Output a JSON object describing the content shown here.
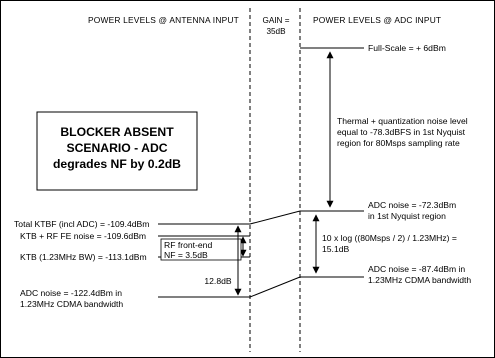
{
  "headers": {
    "antenna": "POWER LEVELS @ ANTENNA INPUT",
    "gain_line1": "GAIN =",
    "gain_line2": "35dB",
    "adc": "POWER LEVELS @ ADC INPUT"
  },
  "scenario_box": {
    "line1": "BLOCKER ABSENT",
    "line2": "SCENARIO - ADC",
    "line3": "degrades NF by 0.2dB"
  },
  "antenna_labels": {
    "total_ktbf": "Total KTBF (incl ADC) = -109.4dBm",
    "ktb_rf": "KTB + RF FE noise = -109.6dBm",
    "ktb": "KTB (1.23MHz BW) = -113.1dBm",
    "adc_noise_line1": "ADC noise = -122.4dBm in",
    "adc_noise_line2": "1.23MHz CDMA bandwidth"
  },
  "antenna_annotations": {
    "rf_fe_line1": "RF front-end",
    "rf_fe_line2": "NF = 3.5dB",
    "delta": "12.8dB"
  },
  "adc_labels": {
    "full_scale": "Full-Scale = + 6dBm",
    "thermal_line1": "Thermal + quantization noise level",
    "thermal_line2": "equal to -78.3dBFS in 1st Nyquist",
    "thermal_line3": "region for 80Msps sampling rate",
    "adc_noise_nyq_line1": "ADC noise = -72.3dBm",
    "adc_noise_nyq_line2": "in 1st Nyquist region",
    "formula_line1": "10 x log ((80Msps / 2) / 1.23MHz) =",
    "formula_line2": "15.1dB",
    "adc_noise_cdma_line1": "ADC noise = -87.4dBm in",
    "adc_noise_cdma_line2": "1.23MHz CDMA bandwidth"
  }
}
